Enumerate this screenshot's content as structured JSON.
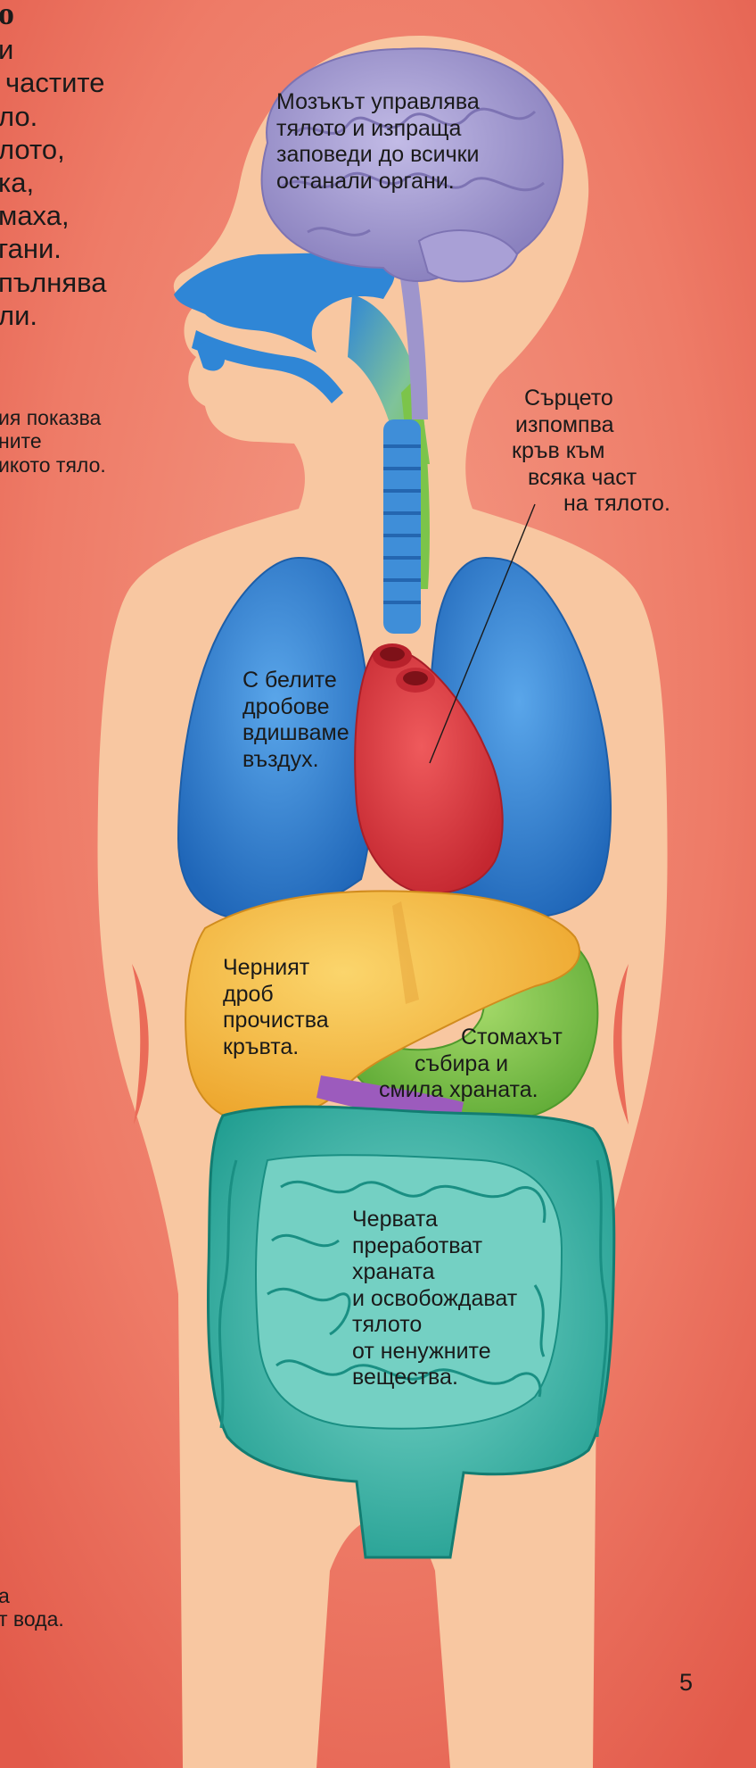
{
  "intro": {
    "big_lines": [
      "о",
      "и",
      "частите",
      "ло.",
      "лото,",
      "ка,",
      "маха,",
      "гани.",
      "пълнява",
      "ли."
    ],
    "small_lines": [
      "ия показва",
      "ните",
      "икото тяло."
    ],
    "bottom_lines": [
      "а",
      "т вода."
    ]
  },
  "labels": {
    "brain": [
      "Мозъкът управлява",
      "тялото и изпраща",
      "заповеди до всички",
      "останали органи."
    ],
    "heart": [
      "Сърцето",
      "изпомпва",
      "кръв към",
      "всяка част",
      "на тялото."
    ],
    "lungs": [
      "С белите",
      "дробове",
      "вдишваме",
      "въздух."
    ],
    "liver": [
      "Черният",
      "дроб",
      "прочиства",
      "кръвта."
    ],
    "stomach": [
      "Стомахът",
      "събира и",
      "смила храната."
    ],
    "intestines": [
      "Червата",
      "преработват",
      "храната",
      "и освобождават",
      "тялото",
      "от ненужните",
      "вещества."
    ]
  },
  "page_number": "5",
  "colors": {
    "background": "#ea6b58",
    "skin": "#f8c7a1",
    "brain": "#9e95cc",
    "lungs": "#2f7fcf",
    "heart": "#d93a3f",
    "liver": "#f3b63a",
    "stomach": "#7cc44a",
    "intestines": "#2fb3a4"
  }
}
